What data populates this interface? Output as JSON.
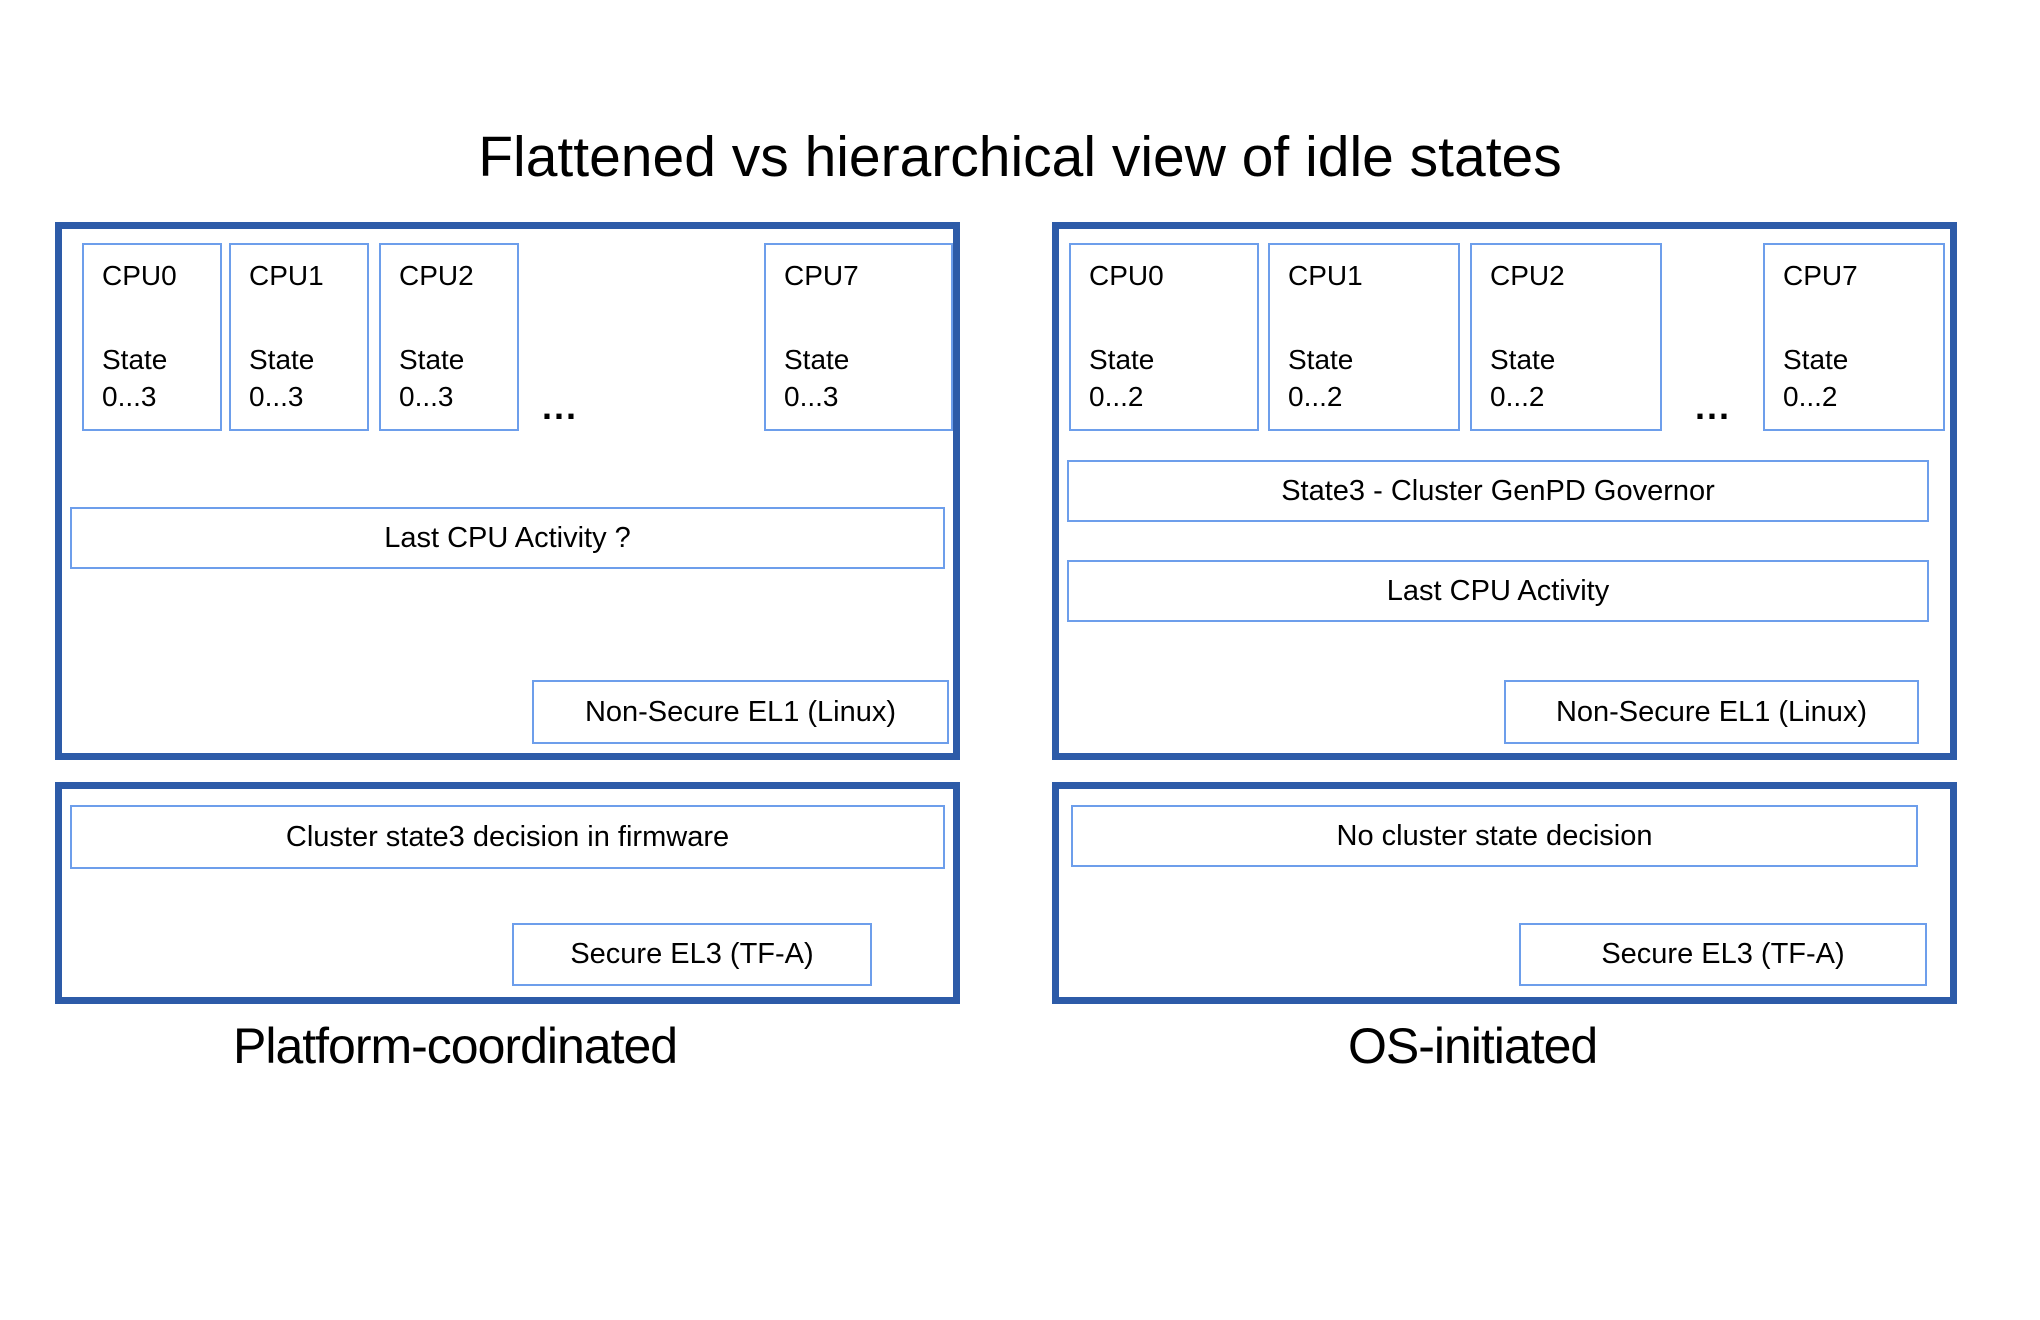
{
  "title": "Flattened vs hierarchical view of idle states",
  "ellipsis": "...",
  "colors": {
    "panel_border": "#2d5ba8",
    "box_border": "#6d9eeb",
    "text": "#000000",
    "background": "#ffffff"
  },
  "panels": {
    "left": {
      "caption": "Platform-coordinated",
      "cpus": [
        {
          "name": "CPU0",
          "state_label": "State",
          "state_range": "0...3"
        },
        {
          "name": "CPU1",
          "state_label": "State",
          "state_range": "0...3"
        },
        {
          "name": "CPU2",
          "state_label": "State",
          "state_range": "0...3"
        },
        {
          "name": "CPU7",
          "state_label": "State",
          "state_range": "0...3"
        }
      ],
      "last_cpu_activity": "Last CPU Activity ?",
      "non_secure_el1": "Non-Secure EL1 (Linux)",
      "cluster_decision": "Cluster state3 decision in firmware",
      "secure_el3": "Secure EL3 (TF-A)"
    },
    "right": {
      "caption": "OS-initiated",
      "cpus": [
        {
          "name": "CPU0",
          "state_label": "State",
          "state_range": "0...2"
        },
        {
          "name": "CPU1",
          "state_label": "State",
          "state_range": "0...2"
        },
        {
          "name": "CPU2",
          "state_label": "State",
          "state_range": "0...2"
        },
        {
          "name": "CPU7",
          "state_label": "State",
          "state_range": "0...2"
        }
      ],
      "genpd_governor": "State3 - Cluster GenPD Governor",
      "last_cpu_activity": "Last CPU Activity",
      "non_secure_el1": "Non-Secure EL1 (Linux)",
      "cluster_decision": "No cluster state decision",
      "secure_el3": "Secure EL3 (TF-A)"
    }
  }
}
